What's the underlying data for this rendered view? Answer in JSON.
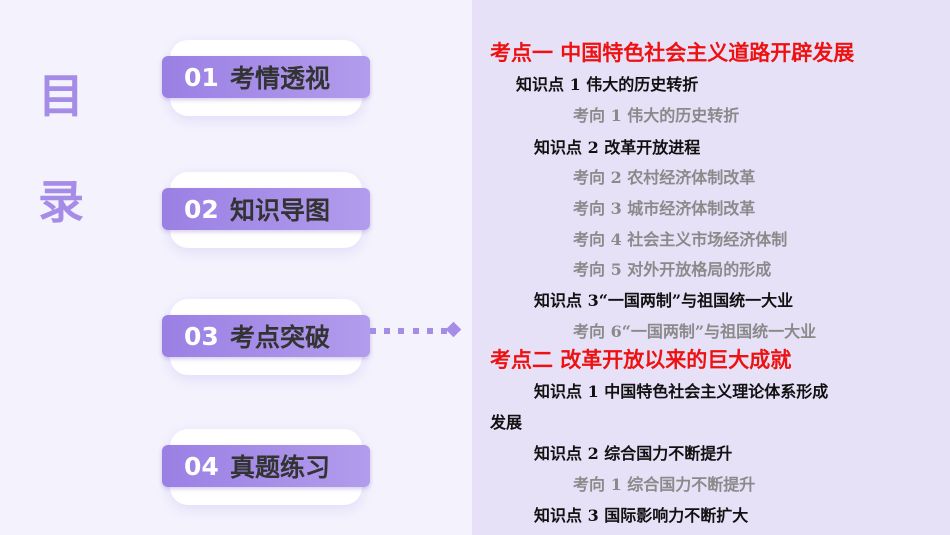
{
  "title_chars": [
    "目",
    "录"
  ],
  "menu": [
    {
      "num": "01",
      "label": "考情透视"
    },
    {
      "num": "02",
      "label": "知识导图"
    },
    {
      "num": "03",
      "label": "考点突破"
    },
    {
      "num": "04",
      "label": "真题练习"
    }
  ],
  "outline": [
    {
      "level": "section",
      "text": "考点一  中国特色社会主义道路开辟发展"
    },
    {
      "level": "point",
      "text": "知识点 1   伟大的历史转折"
    },
    {
      "level": "item",
      "text": "考向 1   伟大的历史转折"
    },
    {
      "level": "point",
      "text": "知识点 2   改革开放进程"
    },
    {
      "level": "item",
      "text": "考向 2   农村经济体制改革"
    },
    {
      "level": "item",
      "text": "考向 3   城市经济体制改革"
    },
    {
      "level": "item",
      "text": "考向 4   社会主义市场经济体制"
    },
    {
      "level": "item",
      "text": "考向 5   对外开放格局的形成"
    },
    {
      "level": "point",
      "text": "知识点 3“一国两制”与祖国统一大业"
    },
    {
      "level": "item",
      "text": "考向 6“一国两制”与祖国统一大业"
    },
    {
      "level": "section",
      "text": "考点二  改革开放以来的巨大成就"
    },
    {
      "level": "point",
      "text": "知识点 1   中国特色社会主义理论体系形成"
    },
    {
      "level": "wrap",
      "text": "发展"
    },
    {
      "level": "point",
      "text": "知识点 2   综合国力不断提升"
    },
    {
      "level": "item",
      "text": "考向 1   综合国力不断提升"
    },
    {
      "level": "point",
      "text": "知识点 3   国际影响力不断扩大"
    }
  ],
  "colors": {
    "accent": "#a58ce6",
    "section": "#ee1111",
    "panel": "#e6e1f7"
  }
}
